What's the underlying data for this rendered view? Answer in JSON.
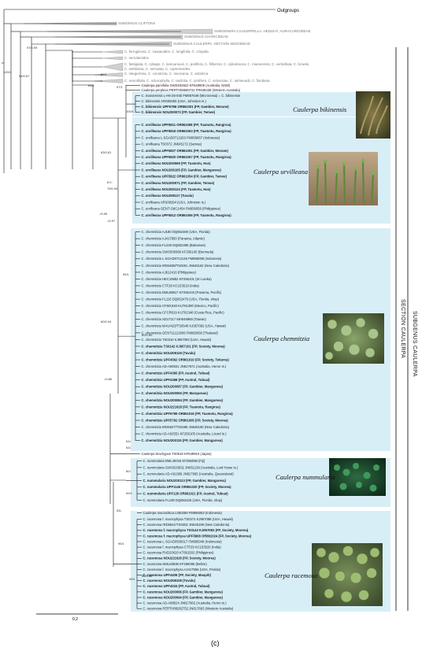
{
  "outgroups": "Outgroups",
  "subgenera": [
    {
      "label": "SUBGENUS CLIFTONII"
    },
    {
      "label": "SUBGENERA CAULERPELLA, HEDLEYI, AURACARIOIDEAE"
    },
    {
      "label": "SUBGENUS CHARICIDEAE"
    },
    {
      "label": "SUBGENUS CAULERPA, SECTION SEDOIDEAE"
    }
  ],
  "gray_taxa": [
    "C. ferruginosa, C. zaspaoides, C. longifolia, C. crispata",
    "C. serrularoides",
    "C. fastigiata, C. ryitagis, C. lamourouxii, C. prolifera, C. filiformis, C. cylindracea, C. manorensis, C. verticillata, C. brownii,",
    "C. webbiana, C. serrulata, C. cupressoides",
    "C. integerrima, C. constricta, C. mexicana, C. antartica",
    "C. remotifolia, C. sclerophylla, C. taxifolia, C. prolifera, C. vickersiae, C. ashmeadii, C. floridana"
  ],
  "bikinensis_leaves": [
    "C. manorensis L-H6-25-04b FM867649 (Micronesia) = C. bikinensis",
    "C. bikinensis ARS09255 (USA, Johnston Is.)",
    "C. bikinensis UPF5786 OR861001 (FP, Gambier, Morane)",
    "C. bikinensis NOU200072 (FP, Gambier, Temoe)"
  ],
  "pre_leaves": [
    "Caulerpa parvifolia GWS032622 KF649905 (Australia, NSW)",
    "Caulerpa perplexa PERTH08560722 FR848339 (Western Australia)"
  ],
  "urvilleana_leaves": [
    "C. urvilleana UPF5811 OR861058 (FP, Tuamotu, Rangiroa)",
    "C. urvilleana UPF5819 OR861063 (FP, Tuamotu, Rangiroa)",
    "C. urvilleana L-SGAD0712203 FM956067 (Indonesia)",
    "C. urvilleana TS0372 JN645172 (Samoa)",
    "C. urvilleana UPF5827 OR861051 (FP, Gambier, Morane)",
    "C. urvilleana UPF5820 OR861057 (FP, Tuamotu, Rangiroa)",
    "C. urvilleana NOU200069 (FP, Tuamotu, Hao)",
    "C. urvilleana NOU200105 (FP, Gambier, Mangareva)",
    "C. urvilleana UPF5822 OR861054 (FP, Gambier, Temoe)",
    "C. urvilleana NOU200071 (FP, Gambier, Temoe)",
    "C. urvilleana NOU200124 (FP, Tuamotu, Hao)",
    "C. urvilleana NOU208117 (Tuvalu)",
    "C. urvilleana ARS09294 (USA, Johnston Is.)",
    "C. urvilleana GENT-OdC1454 FM956058 (Philippines)",
    "C. urvilleana UPF5812 OR861056 (FP, Tuamotu, Rangiroa)"
  ],
  "chemnitzia_leaves": [
    "C. chemnitzia AJ180 DQ652480 (USA, Florida)",
    "C. chemnitzia AJ417950 (Panama, Atlantic)",
    "C. chemnitzia FL239 DQ652486 (Bahamas)",
    "C. chemnitzia GWS008366 KF256100 (Bermuda)",
    "C. chemnitzia L-SGAD0712145 FM956059 (Indonesia)",
    "C. chemnitzia IRD5638/TS0291 JN645162 (New Caledonia)",
    "C. chemnitzia AJ612416 (Philippines)",
    "C. chemnitzia HEC15952 KF256101 (Sri Lanka)",
    "C. chemnitzia CTF28 KC153519 (India)",
    "C. chemnitzia DML68817 KF256103 (Panama, Pacific)",
    "C. chemnitzia FL116 DQ652476 (USA, Florida, shop)",
    "C. chemnitzia CFMX348 KU761390 (Mexico, Pacific)",
    "C. chemnitzia CFCR819 KU761348 (Costa Rica, Pacific)",
    "C. chemnitzia SD17117 MH048959 (Taiwan)",
    "C. chemnitzia MAUI423/TS0548 KJ957092 (USA, Hawaii)",
    "C. chemnitzia GENT11122006 FM956058 (Thailand)",
    "C. chemnitzia TS0310 KJ957093 (USA, Hawaii)",
    "C. chemnitzia TS0142 KJ957101 (FP, Society, Moorea)",
    "C. chemnitzia NOU208125 (Tuvalu)",
    "C. chemnitzia UPF4562 OR861010 (FP, Society, Tetiaroa)",
    "C. chemnitzia AD-A90831 JN817671 (Australia, Heron Is.)",
    "C. chemnitzia UPF4365 (FP, Austral, Tubuai)",
    "C. chemnitzia UPF4368 (FP, Austral, Tubuai)",
    "C. chemnitzia NOU200087 (FP, Gambier, Mangareva)",
    "C. chemnitzia NOU200050 (FP, Marquesas)",
    "C. chemnitzia NOU200084 (FP, Gambier, Mangareva)",
    "C. chemnitzia NOU221628 (FP, Tuamotu, Rangiroa)",
    "C. chemnitzia UPF5789 OR861015 (FP, Tuamotu, Rangiroa)",
    "C. chemnitzia UPF5792 OR861005 (FP, Society, Moorea)",
    "C. chemnitzia IRD5627/TS0288 JN645160 (New Caledonia)",
    "C. chemnitzia AD-A92551 KF256105 (Australia, Lizard Is.)",
    "C. chemnitzia NOU200115 (FP, Gambier, Mangareva)"
  ],
  "brachypus_leaf": "Caulerpa brachypus TS0518 KF649910 (Japan)",
  "nummularia_leaves": [
    "C. nummularia DML40015 KF256098 (Fiji)",
    "C. nummularia GWS023932 JN851139 (Australia, Lord Howe Is.)",
    "C. nummularia AD-A91369 JN817665 (Australia, Queensland)",
    "C. nummularia NOU200113 (FP, Gambier, Mangareva)",
    "C. nummularia UPF1145 OR861020 (FP, Society, Moorea)",
    "C. nummularia UPF126 OR861021 (FP, Austral, Tubuai)",
    "C. nummularia FL108 DQ652426 (USA, Florida, shop)"
  ],
  "macrodisca_leaf": "Caulerpa macrodisca L050359 FM956053 (Indonesia)",
  "racemosa_leaves": [
    "C. racemosa f. macrophysa TS0274 KJ957088 (USA, Hawaii)",
    "C. racemosa IRD5641/TS0302 JN645169 (New Caledonia)",
    "C. racemosa f. macrophysa TS0143 KJ957083 (FP, Society, Moorea)",
    "C. racemosa f. macrophysa UPF5808 OR861024 (FP, Society, Moorea)",
    "C. racemosa L-SGAD0509317 FM956049 (Indonesia)",
    "C. racemosa f. macrophysa CTF29 KC153520 (India)",
    "C. racemosa RVD20020 KT861502 (Philippines)",
    "C. racemosa NOU221626 (FP, Society, Moorea)",
    "C. racemosa DML60838 KF256096 (Belize)",
    "C. racemosa f. macrophysa AJ417956 (USA, Florida)",
    "C. racemosa UPF4406 (FP, Society, Maupiti)",
    "C. racemosa NOU208108 (Tuvalu)",
    "C. racemosa UPF4334 (FP, Austral, Tubuai)",
    "C. racemosa NOU200066 (FP, Gambier, Mangareva)",
    "C. racemosa NOU200094 (FP, Gambier, Mangareva)",
    "C. racemosa AD-A88524 JN817662 (Australia, Heron Is.)",
    "C. racemosa PERTH08282752 JN817663 (Western Australia)"
  ],
  "clade_titles": {
    "bikinensis": "Caulerpa bikinensis",
    "urvilleana": "Caulerpa urvilleana",
    "chemnitzia": "Caulerpa chemnitzia",
    "nummularia": "Caulerpa nummularia",
    "racemosa": "Caulerpa racemosa"
  },
  "support_values": {
    "s1": "100/1",
    "s2": "54/0.87",
    "s3": "97/0.99",
    "s4": "89/1",
    "s5": "86/1",
    "s6": "97/1",
    "s7": "100/1",
    "s8": "63/0.81",
    "s9": "67/-",
    "s10": "79/0.94",
    "s11": "-/0.95",
    "s12": "-/0.97",
    "s13": "99/1",
    "s14": "60/0.94",
    "s15": "60/0.80",
    "s16": "-/0.85",
    "s17": "63/-",
    "s18": "53/-",
    "s19": "60/-",
    "s20": "99/1",
    "s21": "53/-",
    "s22": "95/1",
    "s23": "99/1",
    "s24": "62/0.88"
  },
  "vertical_labels": {
    "section": "SECTION CAULERPA",
    "subgenus": "SUBGENUS CAULERPA"
  },
  "scale_bar": "0.2",
  "panel_label": "(c)",
  "colors": {
    "clade_highlight": "#d8eef7",
    "branch": "#111111",
    "gray_label": "#777777"
  }
}
